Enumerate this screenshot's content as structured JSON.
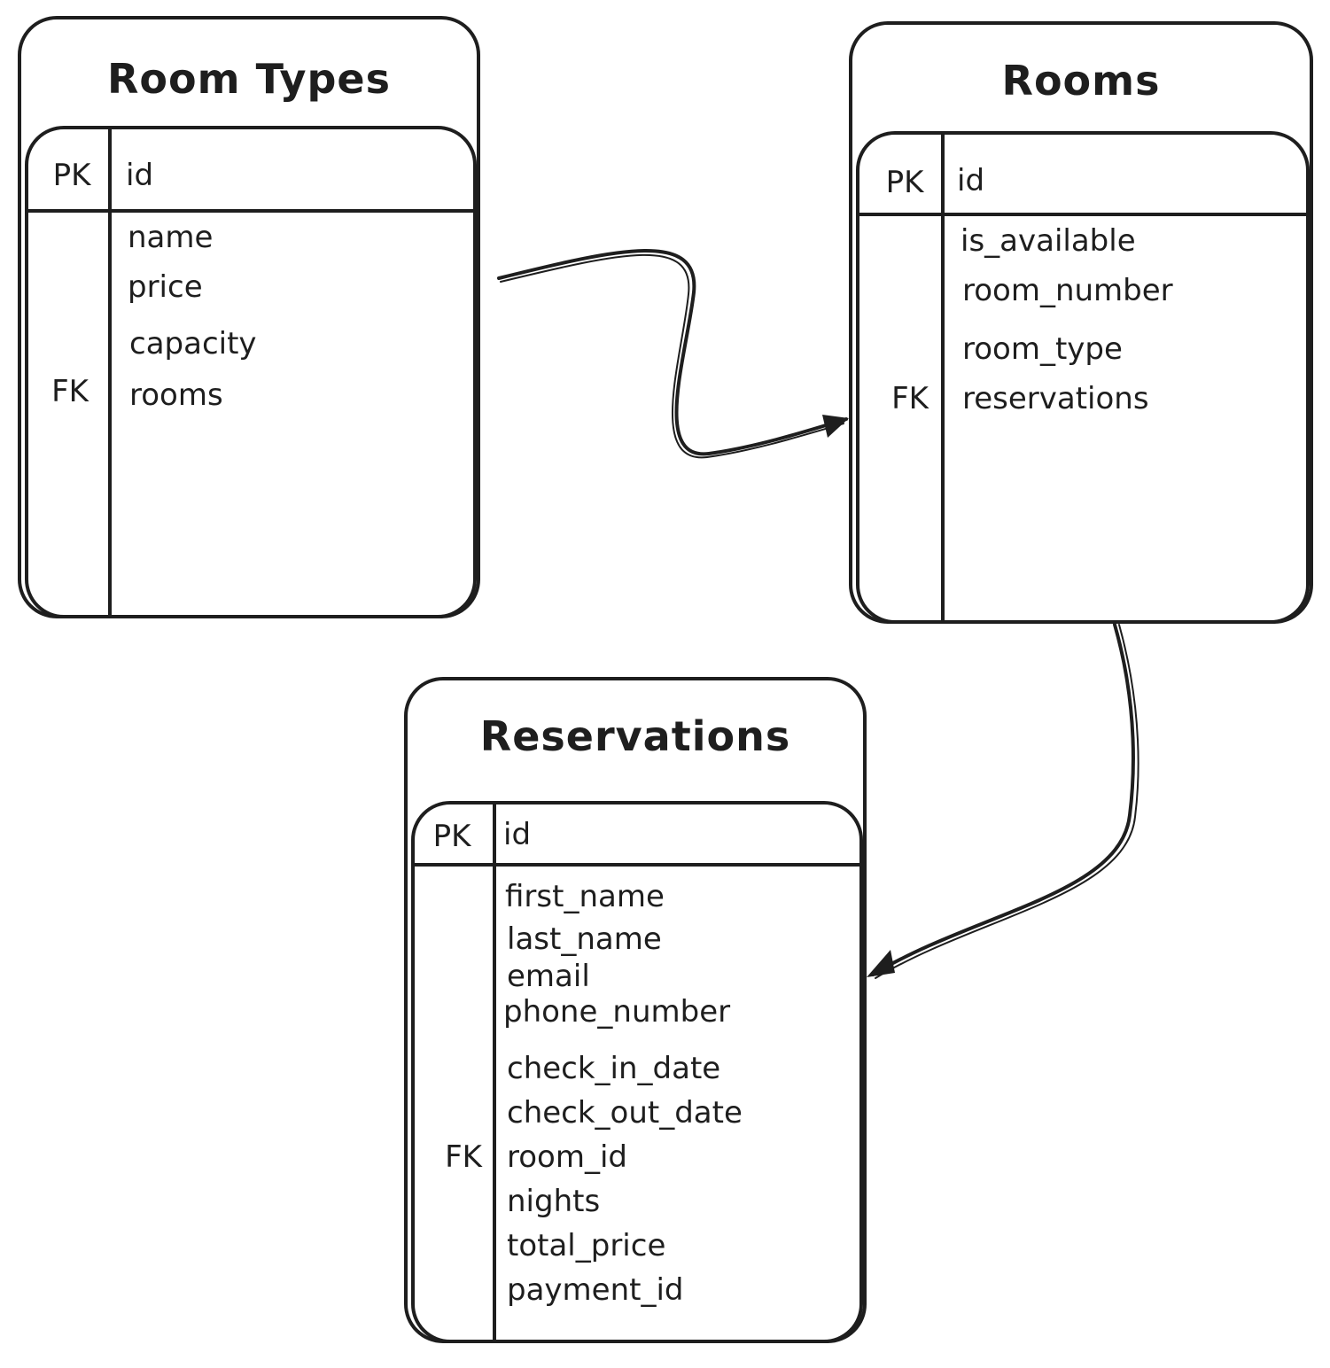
{
  "entities": {
    "room_types": {
      "title": "Room Types",
      "pk_label": "PK",
      "pk_field": "id",
      "fields": [
        "name",
        "price",
        "capacity",
        "rooms"
      ],
      "fk_label": "FK"
    },
    "rooms": {
      "title": "Rooms",
      "pk_label": "PK",
      "pk_field": "id",
      "fields": [
        "is_available",
        "room_number",
        "room_type",
        "reservations"
      ],
      "fk_label": "FK"
    },
    "reservations": {
      "title": "Reservations",
      "pk_label": "PK",
      "pk_field": "id",
      "fields": [
        "first_name",
        "last_name",
        "email",
        "phone_number",
        "check_in_date",
        "check_out_date",
        "room_id",
        "nights",
        "total_price",
        "payment_id"
      ],
      "fk_label": "FK"
    }
  },
  "colors": {
    "stroke": "#1e1e1e",
    "background": "#ffffff"
  }
}
